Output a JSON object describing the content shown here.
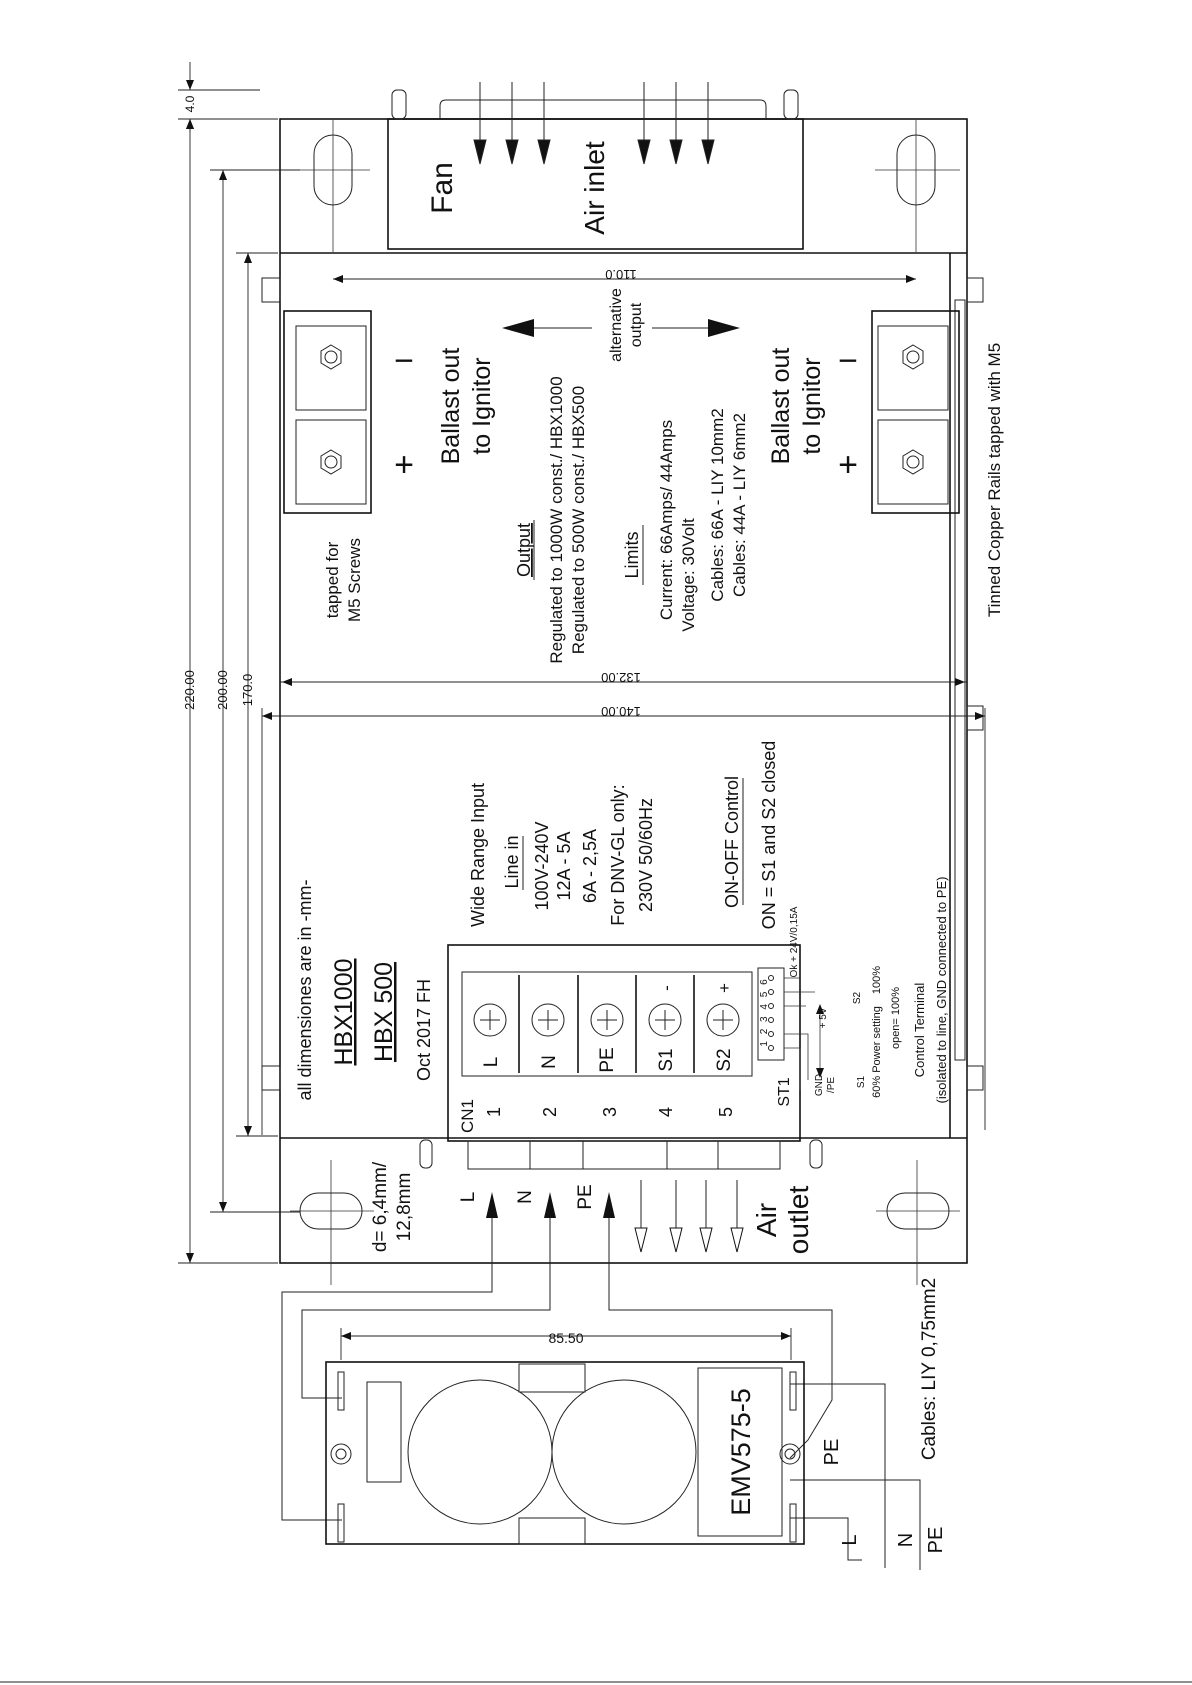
{
  "dimensions": {
    "d220": "220.00",
    "d200": "200.00",
    "d170": "170.0",
    "d4": "4.0",
    "d110": "110.0",
    "d132": "132.00",
    "d140": "140.00",
    "d85": "85.50"
  },
  "fan": {
    "fan_label": "Fan",
    "air_inlet": "Air inlet"
  },
  "output_area": {
    "alternative": "alternative",
    "output_word": "output",
    "ballast_top_1": "Ballast out",
    "ballast_top_2": "to Ignitor",
    "ballast_bot_1": "Ballast out",
    "ballast_bot_2": "to Ignitor",
    "minus": "−",
    "plus": "+",
    "tapped_1": "tapped for",
    "tapped_2": "M5 Screws",
    "output_title": "Output",
    "reg_1": "Regulated to 1000W const./ HBX1000",
    "reg_2": "Regulated to   500W const./ HBX500",
    "limits_title": "Limits",
    "lim_1": "Current: 66Amps/  44Amps",
    "lim_2": "Voltage: 30Volt",
    "lim_3": "Cables: 66A  -  LIY 10mm2",
    "lim_4": "Cables: 44A  -  LIY  6mm2",
    "copper": "Tinned Copper Rails tapped with M5"
  },
  "input_area": {
    "dims_note": "all dimensiones are in -mm-",
    "model_1": "HBX1000",
    "model_2": "HBX 500",
    "date": "Oct 2017  FH",
    "wide_range": "Wide Range Input",
    "line_in": "Line in",
    "li_1": "100V-240V",
    "li_2": "12A - 5A",
    "li_3": "6A - 2,5A",
    "li_4": "For DNV-GL only:",
    "li_5": "230V  50/60Hz",
    "onoff_title": "ON-OFF Control",
    "onoff_text": "ON =  S1 and S2 closed"
  },
  "terminal": {
    "cn1": "CN1",
    "pins": [
      "1",
      "2",
      "3",
      "4",
      "5"
    ],
    "labels": [
      "L",
      "N",
      "PE",
      "S1",
      "S2"
    ],
    "signs": [
      "-",
      "+"
    ],
    "st1": "ST1",
    "st_pins": "1 2 3 4 5 6",
    "ok": "Ok  + 24V/0,15A",
    "gnd_1": "GND",
    "gnd_2": "/PE",
    "plus5v": "+ 5V",
    "s2": "S2",
    "s1": "S1",
    "pct100": "100%",
    "power_setting": "60%  Power setting",
    "open": "open= 100%",
    "ct_1": "Control Terminal",
    "ct_2": "(isolated to line, GND connected to PE)"
  },
  "bottom": {
    "d_1": "d=  6,4mm/",
    "d_2": "12,8mm",
    "L": "L",
    "N": "N",
    "PE": "PE",
    "air": "Air",
    "outlet": "outlet"
  },
  "filter": {
    "model": "EMV575-5",
    "pe": "PE",
    "cables": "Cables: LIY 0,75mm2",
    "out_L": "L",
    "out_N": "N",
    "out_PE": "PE"
  }
}
